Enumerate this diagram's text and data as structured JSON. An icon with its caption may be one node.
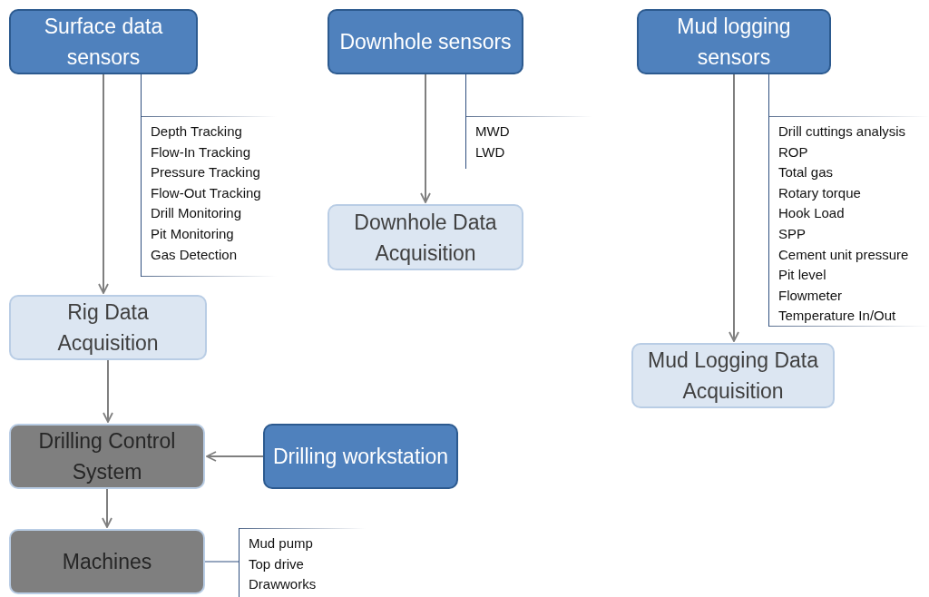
{
  "diagram": {
    "nodes": [
      {
        "text": [
          "Surface data sensors"
        ]
      },
      {
        "text": [
          "Downhole sensors"
        ]
      },
      {
        "text": [
          "Mud logging sensors"
        ]
      },
      {
        "text": [
          "Depth Tracking",
          "Flow-In Tracking",
          "Pressure Tracking",
          "Flow-Out Tracking",
          "Drill Monitoring",
          "Pit Monitoring",
          "Gas Detection"
        ]
      },
      {
        "text": [
          "MWD",
          "LWD"
        ]
      },
      {
        "text": [
          "Downhole Data Acquisition"
        ]
      },
      {
        "text": [
          "Rig Data Acquisition"
        ]
      },
      {
        "text": [
          "Drill cuttings analysis",
          "ROP",
          "Total gas",
          "Rotary torque",
          "Hook Load",
          "SPP",
          "Cement unit pressure",
          "Pit level",
          "Flowmeter",
          "Temperature In/Out"
        ]
      },
      {
        "text": [
          "Mud Logging Data Acquisition"
        ]
      },
      {
        "text": [
          "Drilling Control System"
        ]
      },
      {
        "text": [
          "Drilling workstation"
        ]
      },
      {
        "text": [
          "Machines"
        ]
      },
      {
        "text": [
          "Mud pump",
          "Top drive",
          "Drawworks"
        ]
      }
    ],
    "edges": [
      {
        "from": 0,
        "to": 6,
        "arrow": "to"
      },
      {
        "from": 0,
        "to": 3,
        "arrow": "none"
      },
      {
        "from": 1,
        "to": 5,
        "arrow": "to"
      },
      {
        "from": 1,
        "to": 4,
        "arrow": "none"
      },
      {
        "from": 2,
        "to": 8,
        "arrow": "to"
      },
      {
        "from": 2,
        "to": 7,
        "arrow": "none"
      },
      {
        "from": 6,
        "to": 9,
        "arrow": "to"
      },
      {
        "from": 10,
        "to": 9,
        "arrow": "to"
      },
      {
        "from": 9,
        "to": 11,
        "arrow": "to"
      },
      {
        "from": 11,
        "to": 12,
        "arrow": "none"
      }
    ]
  }
}
